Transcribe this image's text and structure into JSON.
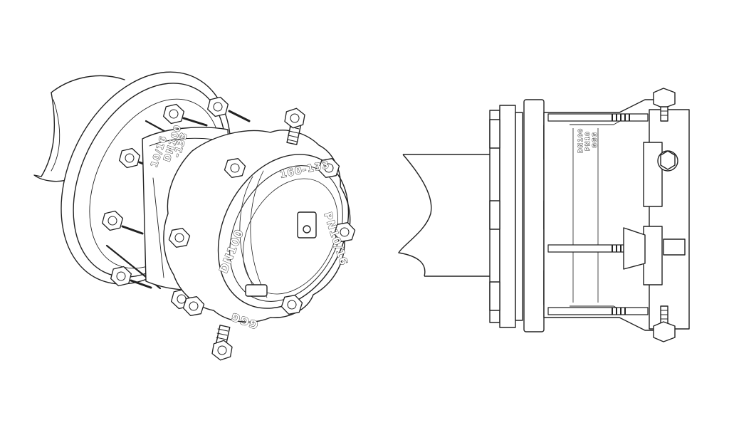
{
  "colors": {
    "line": "#222222",
    "background": "#ffffff",
    "fill": "#ffffff"
  },
  "iso_view": {
    "ring_labels": {
      "size_range": "160-133",
      "nominal_diameter": "DN100",
      "pressure_rating": "PN10/16",
      "brand": "GGG"
    },
    "flange_labels": {
      "nominal_diameter": "DN100",
      "size_range": "-133",
      "pressure_rating": "10/16"
    }
  },
  "side_view": {
    "sleeve_labels": [
      "DN100",
      "PN10",
      "GGG"
    ]
  }
}
